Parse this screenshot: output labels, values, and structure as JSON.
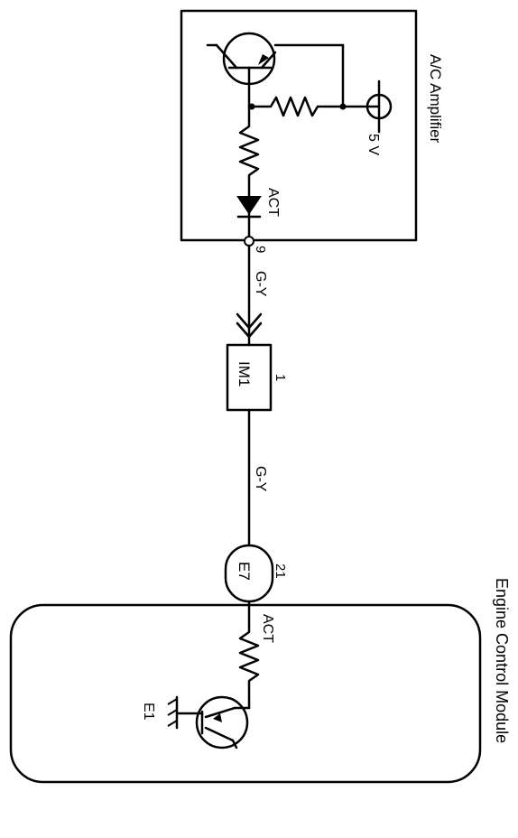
{
  "ac_amplifier": {
    "title": "A/C Amplifier",
    "supply_label": "5 V",
    "act_label": "ACT",
    "pin_number": "9",
    "wire_color": "G-Y"
  },
  "connector_im1": {
    "label": "IM1",
    "pin_number": "1",
    "wire_color": "G-Y"
  },
  "connector_e7": {
    "label": "E7",
    "pin_number": "21"
  },
  "ecm": {
    "title": "Engine Control Module",
    "act_label": "ACT",
    "ground_label": "E1"
  }
}
